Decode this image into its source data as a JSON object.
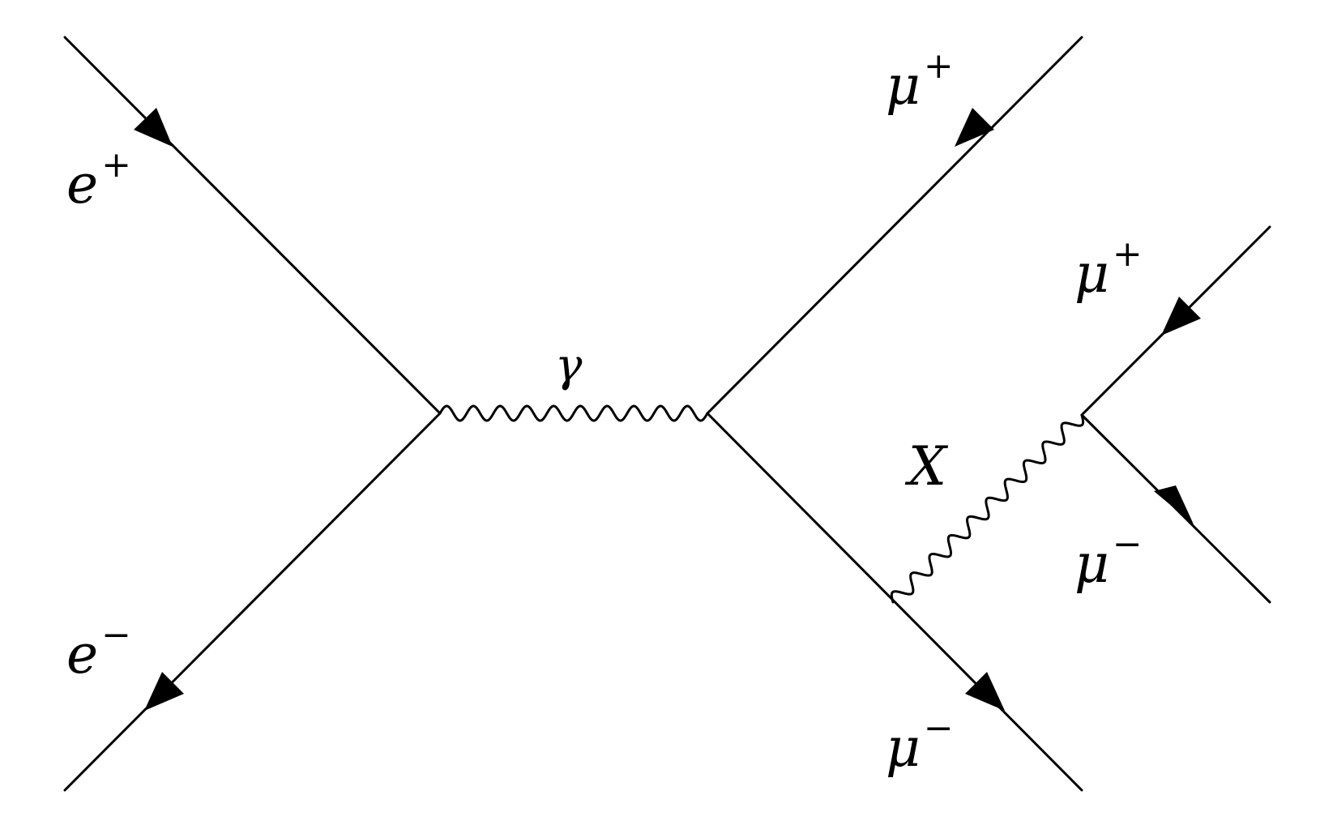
{
  "particles": {
    "e_plus": {
      "base": "e",
      "sup": "+"
    },
    "e_minus": {
      "base": "e",
      "sup": "−"
    },
    "mu_plus_top": {
      "base": "μ",
      "sup": "+"
    },
    "mu_minus_bottom": {
      "base": "μ",
      "sup": "−"
    },
    "mu_plus_right": {
      "base": "μ",
      "sup": "+"
    },
    "mu_minus_right": {
      "base": "μ",
      "sup": "−"
    }
  },
  "bosons": {
    "photon": "γ",
    "x_boson": "X"
  }
}
